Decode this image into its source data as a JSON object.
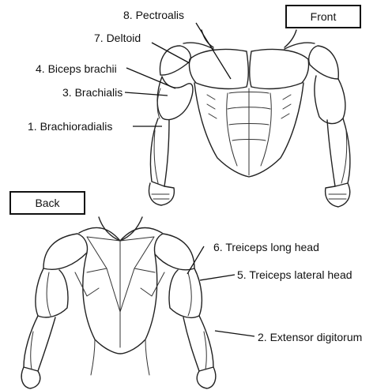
{
  "views": {
    "front": "Front",
    "back": "Back"
  },
  "labels": [
    {
      "id": "pectroalis",
      "text": "8. Pectroalis"
    },
    {
      "id": "deltoid",
      "text": "7. Deltoid"
    },
    {
      "id": "biceps-brachii",
      "text": "4. Biceps brachii"
    },
    {
      "id": "brachialis",
      "text": "3. Brachialis"
    },
    {
      "id": "brachioradialis",
      "text": "1. Brachioradialis"
    },
    {
      "id": "triceps-long-head",
      "text": "6. Treiceps long head"
    },
    {
      "id": "triceps-lateral-head",
      "text": "5. Treiceps lateral head"
    },
    {
      "id": "extensor-digitorum",
      "text": "2.  Extensor digitorum"
    }
  ]
}
